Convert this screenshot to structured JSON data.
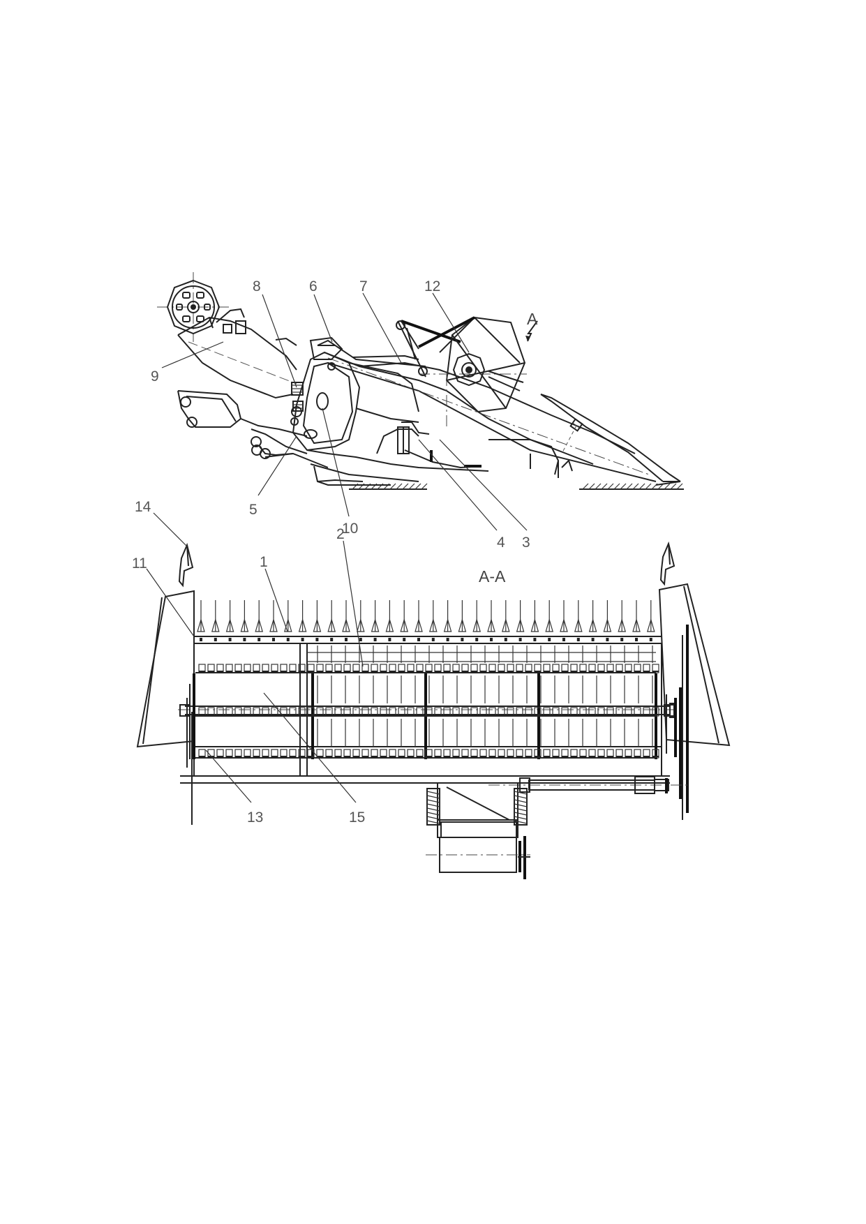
{
  "labels": {
    "side_view": [
      "8",
      "6",
      "7",
      "12",
      "9",
      "5",
      "10",
      "4",
      "3"
    ],
    "view_arrow": "A",
    "plan_view": [
      "14",
      "11",
      "1",
      "2",
      "13",
      "15"
    ]
  },
  "section_title": "A-A"
}
